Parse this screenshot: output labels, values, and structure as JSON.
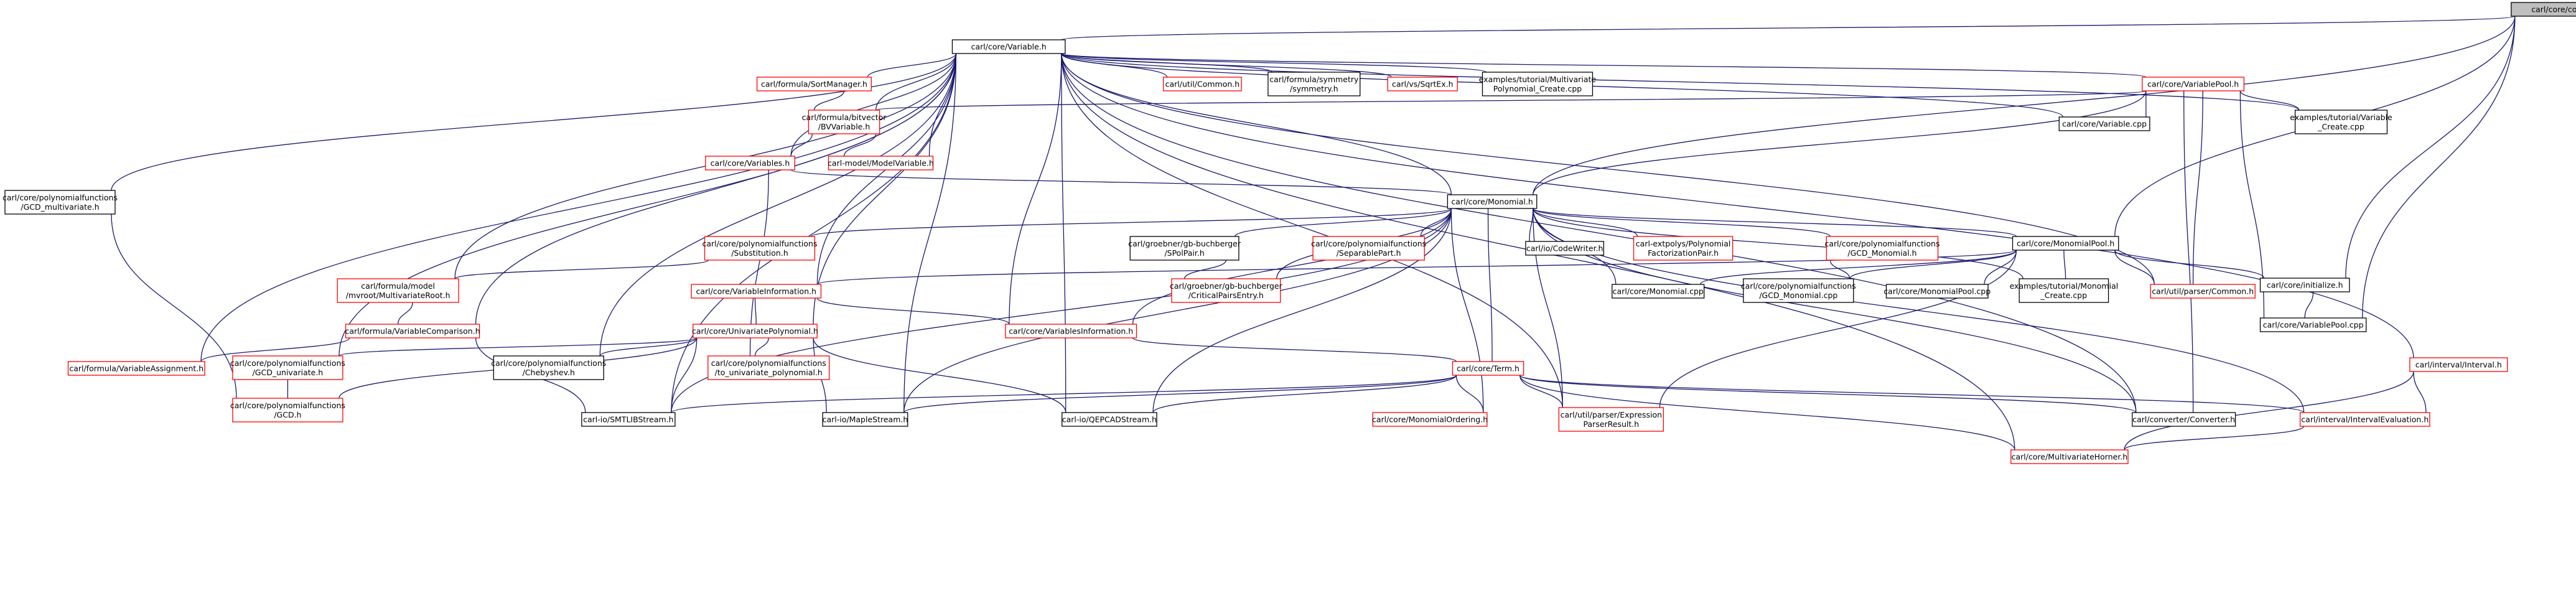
{
  "graph": {
    "root": "carl/core/config.h",
    "nodes": [
      {
        "id": "config",
        "label": [
          "carl/core/config.h"
        ],
        "status": "root"
      },
      {
        "id": "Variable_h",
        "label": [
          "carl/core/Variable.h"
        ],
        "status": "normal"
      },
      {
        "id": "GCD_multivariate",
        "label": [
          "carl/core/polynomialfunctions",
          "/GCD_multivariate.h"
        ],
        "status": "normal"
      },
      {
        "id": "SortManager",
        "label": [
          "carl/formula/SortManager.h"
        ],
        "status": "red"
      },
      {
        "id": "BVVariable",
        "label": [
          "carl/formula/bitvector",
          "/BVVariable.h"
        ],
        "status": "red"
      },
      {
        "id": "Variables_h",
        "label": [
          "carl/core/Variables.h"
        ],
        "status": "red"
      },
      {
        "id": "ModelVariable",
        "label": [
          "carl-model/ModelVariable.h"
        ],
        "status": "red"
      },
      {
        "id": "Common_util",
        "label": [
          "carl/util/Common.h"
        ],
        "status": "red"
      },
      {
        "id": "symmetry",
        "label": [
          "carl/formula/symmetry",
          "/symmetry.h"
        ],
        "status": "normal"
      },
      {
        "id": "SqrtEx",
        "label": [
          "carl/vs/SqrtEx.h"
        ],
        "status": "red"
      },
      {
        "id": "tut_multivariate",
        "label": [
          "examples/tutorial/Multivariate",
          "Polynomial_Create.cpp"
        ],
        "status": "normal"
      },
      {
        "id": "VariablePool_h",
        "label": [
          "carl/core/VariablePool.h"
        ],
        "status": "red"
      },
      {
        "id": "Variable_cpp",
        "label": [
          "carl/core/Variable.cpp"
        ],
        "status": "normal"
      },
      {
        "id": "tut_variable",
        "label": [
          "examples/tutorial/Variable",
          "_Create.cpp"
        ],
        "status": "normal"
      },
      {
        "id": "Monomial_h",
        "label": [
          "carl/core/Monomial.h"
        ],
        "status": "normal"
      },
      {
        "id": "Substitution",
        "label": [
          "carl/core/polynomialfunctions",
          "/Substitution.h"
        ],
        "status": "red"
      },
      {
        "id": "SPolPair",
        "label": [
          "carl/groebner/gb-buchberger",
          "/SPolPair.h"
        ],
        "status": "normal"
      },
      {
        "id": "SeparablePart",
        "label": [
          "carl/core/polynomialfunctions",
          "/SeparablePart.h"
        ],
        "status": "red"
      },
      {
        "id": "CodeWriter",
        "label": [
          "carl/io/CodeWriter.h"
        ],
        "status": "normal"
      },
      {
        "id": "FactorizationPair",
        "label": [
          "carl-extpolys/Polynomial",
          "FactorizationPair.h"
        ],
        "status": "red"
      },
      {
        "id": "GCD_Monomial_h",
        "label": [
          "carl/core/polynomialfunctions",
          "/GCD_Monomial.h"
        ],
        "status": "red"
      },
      {
        "id": "MonomialPool_h",
        "label": [
          "carl/core/MonomialPool.h"
        ],
        "status": "normal"
      },
      {
        "id": "mvroot",
        "label": [
          "carl/formula/model",
          "/mvroot/MultivariateRoot.h"
        ],
        "status": "red"
      },
      {
        "id": "CriticalPairsEntry",
        "label": [
          "carl/groebner/gb-buchberger",
          "/CriticalPairsEntry.h"
        ],
        "status": "red"
      },
      {
        "id": "VariableInformation",
        "label": [
          "carl/core/VariableInformation.h"
        ],
        "status": "red"
      },
      {
        "id": "Monomial_cpp",
        "label": [
          "carl/core/Monomial.cpp"
        ],
        "status": "normal"
      },
      {
        "id": "GCD_Monomial_cpp",
        "label": [
          "carl/core/polynomialfunctions",
          "/GCD_Monomial.cpp"
        ],
        "status": "normal"
      },
      {
        "id": "MonomialPool_cpp",
        "label": [
          "carl/core/MonomialPool.cpp"
        ],
        "status": "normal"
      },
      {
        "id": "tut_monomial",
        "label": [
          "examples/tutorial/Monomial",
          "_Create.cpp"
        ],
        "status": "normal"
      },
      {
        "id": "parser_Common",
        "label": [
          "carl/util/parser/Common.h"
        ],
        "status": "red"
      },
      {
        "id": "initialize",
        "label": [
          "carl/core/initialize.h"
        ],
        "status": "normal"
      },
      {
        "id": "VariablePool_cpp",
        "label": [
          "carl/core/VariablePool.cpp"
        ],
        "status": "normal"
      },
      {
        "id": "VariableComparison",
        "label": [
          "carl/formula/VariableComparison.h"
        ],
        "status": "red"
      },
      {
        "id": "UnivariatePolynomial",
        "label": [
          "carl/core/UnivariatePolynomial.h"
        ],
        "status": "red"
      },
      {
        "id": "VariablesInformation",
        "label": [
          "carl/core/VariablesInformation.h"
        ],
        "status": "red"
      },
      {
        "id": "Interval",
        "label": [
          "carl/interval/Interval.h"
        ],
        "status": "red"
      },
      {
        "id": "VariableAssignment",
        "label": [
          "carl/formula/VariableAssignment.h"
        ],
        "status": "red"
      },
      {
        "id": "GCD_univariate",
        "label": [
          "carl/core/polynomialfunctions",
          "/GCD_univariate.h"
        ],
        "status": "red"
      },
      {
        "id": "Chebyshev",
        "label": [
          "carl/core/polynomialfunctions",
          "/Chebyshev.h"
        ],
        "status": "normal"
      },
      {
        "id": "to_univariate",
        "label": [
          "carl/core/polynomialfunctions",
          "/to_univariate_polynomial.h"
        ],
        "status": "red"
      },
      {
        "id": "Term_h",
        "label": [
          "carl/core/Term.h"
        ],
        "status": "red"
      },
      {
        "id": "GCD_h",
        "label": [
          "carl/core/polynomialfunctions",
          "/GCD.h"
        ],
        "status": "red"
      },
      {
        "id": "SMTLIBStream",
        "label": [
          "carl-io/SMTLIBStream.h"
        ],
        "status": "normal"
      },
      {
        "id": "MapleStream",
        "label": [
          "carl-io/MapleStream.h"
        ],
        "status": "normal"
      },
      {
        "id": "QEPCADStream",
        "label": [
          "carl-io/QEPCADStream.h"
        ],
        "status": "normal"
      },
      {
        "id": "MonomialOrdering",
        "label": [
          "carl/core/MonomialOrdering.h"
        ],
        "status": "red"
      },
      {
        "id": "ExpressionParserResult",
        "label": [
          "carl/util/parser/Expression",
          "ParserResult.h"
        ],
        "status": "red"
      },
      {
        "id": "Converter",
        "label": [
          "carl/converter/Converter.h"
        ],
        "status": "normal"
      },
      {
        "id": "IntervalEvaluation",
        "label": [
          "carl/interval/IntervalEvaluation.h"
        ],
        "status": "red"
      },
      {
        "id": "MultivariateHorner",
        "label": [
          "carl/core/MultivariateHorner.h"
        ],
        "status": "red"
      }
    ],
    "edges": [
      [
        "config",
        "Variable_h"
      ],
      [
        "config",
        "MonomialPool_h"
      ],
      [
        "config",
        "initialize"
      ],
      [
        "config",
        "VariablePool_cpp"
      ],
      [
        "config",
        "Monomial_h"
      ],
      [
        "Variable_h",
        "GCD_multivariate"
      ],
      [
        "Variable_h",
        "SortManager"
      ],
      [
        "Variable_h",
        "BVVariable"
      ],
      [
        "Variable_h",
        "Variables_h"
      ],
      [
        "Variable_h",
        "ModelVariable"
      ],
      [
        "Variable_h",
        "Common_util"
      ],
      [
        "Variable_h",
        "symmetry"
      ],
      [
        "Variable_h",
        "SqrtEx"
      ],
      [
        "Variable_h",
        "tut_multivariate"
      ],
      [
        "Variable_h",
        "VariablePool_h"
      ],
      [
        "Variable_h",
        "Variable_cpp"
      ],
      [
        "Variable_h",
        "tut_variable"
      ],
      [
        "Variable_h",
        "Monomial_h"
      ],
      [
        "Variable_h",
        "mvroot"
      ],
      [
        "Variable_h",
        "VariableInformation"
      ],
      [
        "Variable_h",
        "VariablesInformation"
      ],
      [
        "Variable_h",
        "VariableComparison"
      ],
      [
        "Variable_h",
        "UnivariatePolynomial"
      ],
      [
        "Variable_h",
        "VariableAssignment"
      ],
      [
        "Variable_h",
        "GCD_univariate"
      ],
      [
        "Variable_h",
        "Chebyshev"
      ],
      [
        "Variable_h",
        "SMTLIBStream"
      ],
      [
        "Variable_h",
        "MapleStream"
      ],
      [
        "Variable_h",
        "QEPCADStream"
      ],
      [
        "Variable_h",
        "MultivariateHorner"
      ],
      [
        "Variable_h",
        "parser_Common"
      ],
      [
        "Variable_h",
        "Converter"
      ],
      [
        "Variable_h",
        "Interval"
      ],
      [
        "Variable_h",
        "ExpressionParserResult"
      ],
      [
        "GCD_multivariate",
        "GCD_h"
      ],
      [
        "SortManager",
        "BVVariable"
      ],
      [
        "BVVariable",
        "Variables_h"
      ],
      [
        "BVVariable",
        "ModelVariable"
      ],
      [
        "Variables_h",
        "Monomial_h"
      ],
      [
        "Variables_h",
        "to_univariate"
      ],
      [
        "VariablePool_h",
        "BVVariable"
      ],
      [
        "VariablePool_h",
        "Variable_cpp"
      ],
      [
        "VariablePool_h",
        "tut_variable"
      ],
      [
        "VariablePool_h",
        "Monomial_h"
      ],
      [
        "VariablePool_h",
        "parser_Common"
      ],
      [
        "VariablePool_h",
        "VariablePool_cpp"
      ],
      [
        "VariablePool_h",
        "Converter"
      ],
      [
        "Monomial_h",
        "Substitution"
      ],
      [
        "Monomial_h",
        "SPolPair"
      ],
      [
        "Monomial_h",
        "SeparablePart"
      ],
      [
        "Monomial_h",
        "CodeWriter"
      ],
      [
        "Monomial_h",
        "FactorizationPair"
      ],
      [
        "Monomial_h",
        "GCD_Monomial_h"
      ],
      [
        "Monomial_h",
        "MonomialPool_h"
      ],
      [
        "Monomial_h",
        "CriticalPairsEntry"
      ],
      [
        "Monomial_h",
        "Monomial_cpp"
      ],
      [
        "Monomial_h",
        "tut_monomial"
      ],
      [
        "Monomial_h",
        "VariablesInformation"
      ],
      [
        "Monomial_h",
        "Term_h"
      ],
      [
        "Monomial_h",
        "SMTLIBStream"
      ],
      [
        "Monomial_h",
        "MapleStream"
      ],
      [
        "Monomial_h",
        "QEPCADStream"
      ],
      [
        "Monomial_h",
        "MonomialOrdering"
      ],
      [
        "Monomial_h",
        "ExpressionParserResult"
      ],
      [
        "Monomial_h",
        "Converter"
      ],
      [
        "Monomial_h",
        "IntervalEvaluation"
      ],
      [
        "Substitution",
        "mvroot"
      ],
      [
        "SPolPair",
        "CriticalPairsEntry"
      ],
      [
        "GCD_Monomial_h",
        "GCD_Monomial_cpp"
      ],
      [
        "MonomialPool_h",
        "VariableInformation"
      ],
      [
        "MonomialPool_h",
        "Monomial_cpp"
      ],
      [
        "MonomialPool_h",
        "GCD_Monomial_cpp"
      ],
      [
        "MonomialPool_h",
        "MonomialPool_cpp"
      ],
      [
        "MonomialPool_h",
        "tut_monomial"
      ],
      [
        "MonomialPool_h",
        "parser_Common"
      ],
      [
        "MonomialPool_h",
        "initialize"
      ],
      [
        "MonomialPool_h",
        "ExpressionParserResult"
      ],
      [
        "mvroot",
        "VariableComparison"
      ],
      [
        "VariableInformation",
        "VariablesInformation"
      ],
      [
        "VariableInformation",
        "UnivariatePolynomial"
      ],
      [
        "initialize",
        "VariablePool_cpp"
      ],
      [
        "VariableComparison",
        "VariableAssignment"
      ],
      [
        "VariableComparison",
        "SMTLIBStream"
      ],
      [
        "UnivariatePolynomial",
        "GCD_univariate"
      ],
      [
        "UnivariatePolynomial",
        "Chebyshev"
      ],
      [
        "UnivariatePolynomial",
        "to_univariate"
      ],
      [
        "UnivariatePolynomial",
        "GCD_h"
      ],
      [
        "UnivariatePolynomial",
        "SMTLIBStream"
      ],
      [
        "UnivariatePolynomial",
        "MapleStream"
      ],
      [
        "UnivariatePolynomial",
        "QEPCADStream"
      ],
      [
        "VariablesInformation",
        "Term_h"
      ],
      [
        "GCD_univariate",
        "GCD_h"
      ],
      [
        "Term_h",
        "SMTLIBStream"
      ],
      [
        "Term_h",
        "MapleStream"
      ],
      [
        "Term_h",
        "QEPCADStream"
      ],
      [
        "Term_h",
        "MonomialOrdering"
      ],
      [
        "Term_h",
        "ExpressionParserResult"
      ],
      [
        "Term_h",
        "Converter"
      ],
      [
        "Term_h",
        "IntervalEvaluation"
      ],
      [
        "Term_h",
        "MultivariateHorner"
      ],
      [
        "Interval",
        "IntervalEvaluation"
      ],
      [
        "Interval",
        "MultivariateHorner"
      ],
      [
        "IntervalEvaluation",
        "MultivariateHorner"
      ]
    ]
  }
}
